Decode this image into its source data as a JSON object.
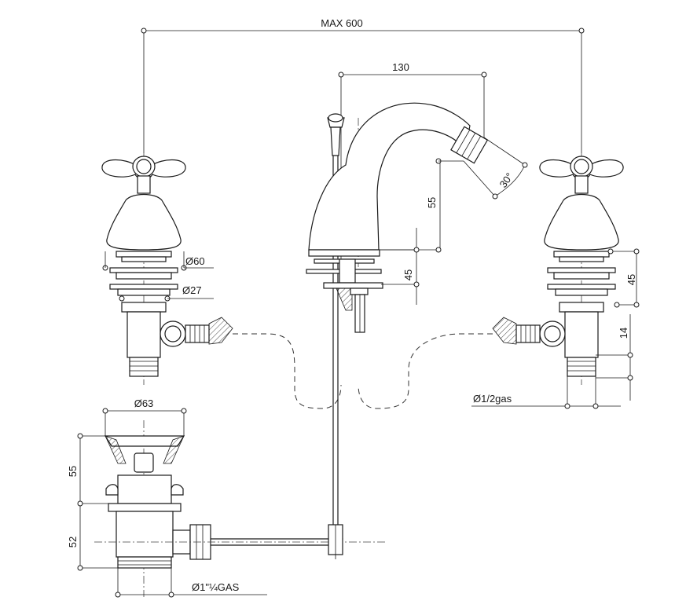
{
  "dimensions": {
    "max_width": "MAX 600",
    "spout_reach": "130",
    "spout_height": "55",
    "spout_angle": "30°",
    "handle_diameter": "Ø60",
    "body_diameter": "Ø27",
    "deck_height_center": "45",
    "deck_height_right": "45",
    "inlet_length": "14",
    "inlet_thread": "Ø1/2gas",
    "waste_diameter": "Ø63",
    "waste_upper": "55",
    "waste_lower": "52",
    "waste_thread": "Ø1\"¼GAS"
  }
}
